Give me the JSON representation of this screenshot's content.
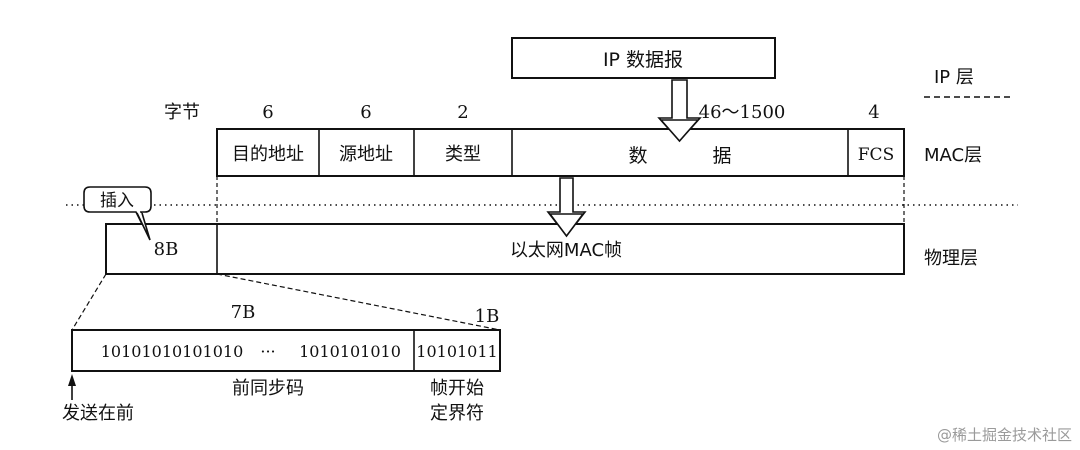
{
  "ip_layer": {
    "datagram_label": "IP 数据报",
    "layer_label": "IP 层"
  },
  "mac_layer": {
    "bytes_label": "字节",
    "layer_label": "MAC层",
    "fields": [
      {
        "name": "目的地址",
        "size": "6"
      },
      {
        "name": "源地址",
        "size": "6"
      },
      {
        "name": "类型",
        "size": "2"
      },
      {
        "name_left": "数",
        "name_right": "据",
        "size": "46～1500"
      },
      {
        "name": "FCS",
        "size": "4"
      }
    ]
  },
  "physical_layer": {
    "insert_label": "插入",
    "preamble_size": "8B",
    "frame_label": "以太网MAC帧",
    "layer_label": "物理层"
  },
  "preamble_detail": {
    "sync_size": "7B",
    "sfd_size": "1B",
    "sync_bits_left": "10101010101010",
    "ellipsis": "···",
    "sync_bits_right": "1010101010",
    "sfd_bits": "10101011",
    "sync_label": "前同步码",
    "sfd_label_line1": "帧开始",
    "sfd_label_line2": "定界符",
    "send_first_label": "发送在前"
  },
  "watermark": "@稀土掘金技术社区"
}
